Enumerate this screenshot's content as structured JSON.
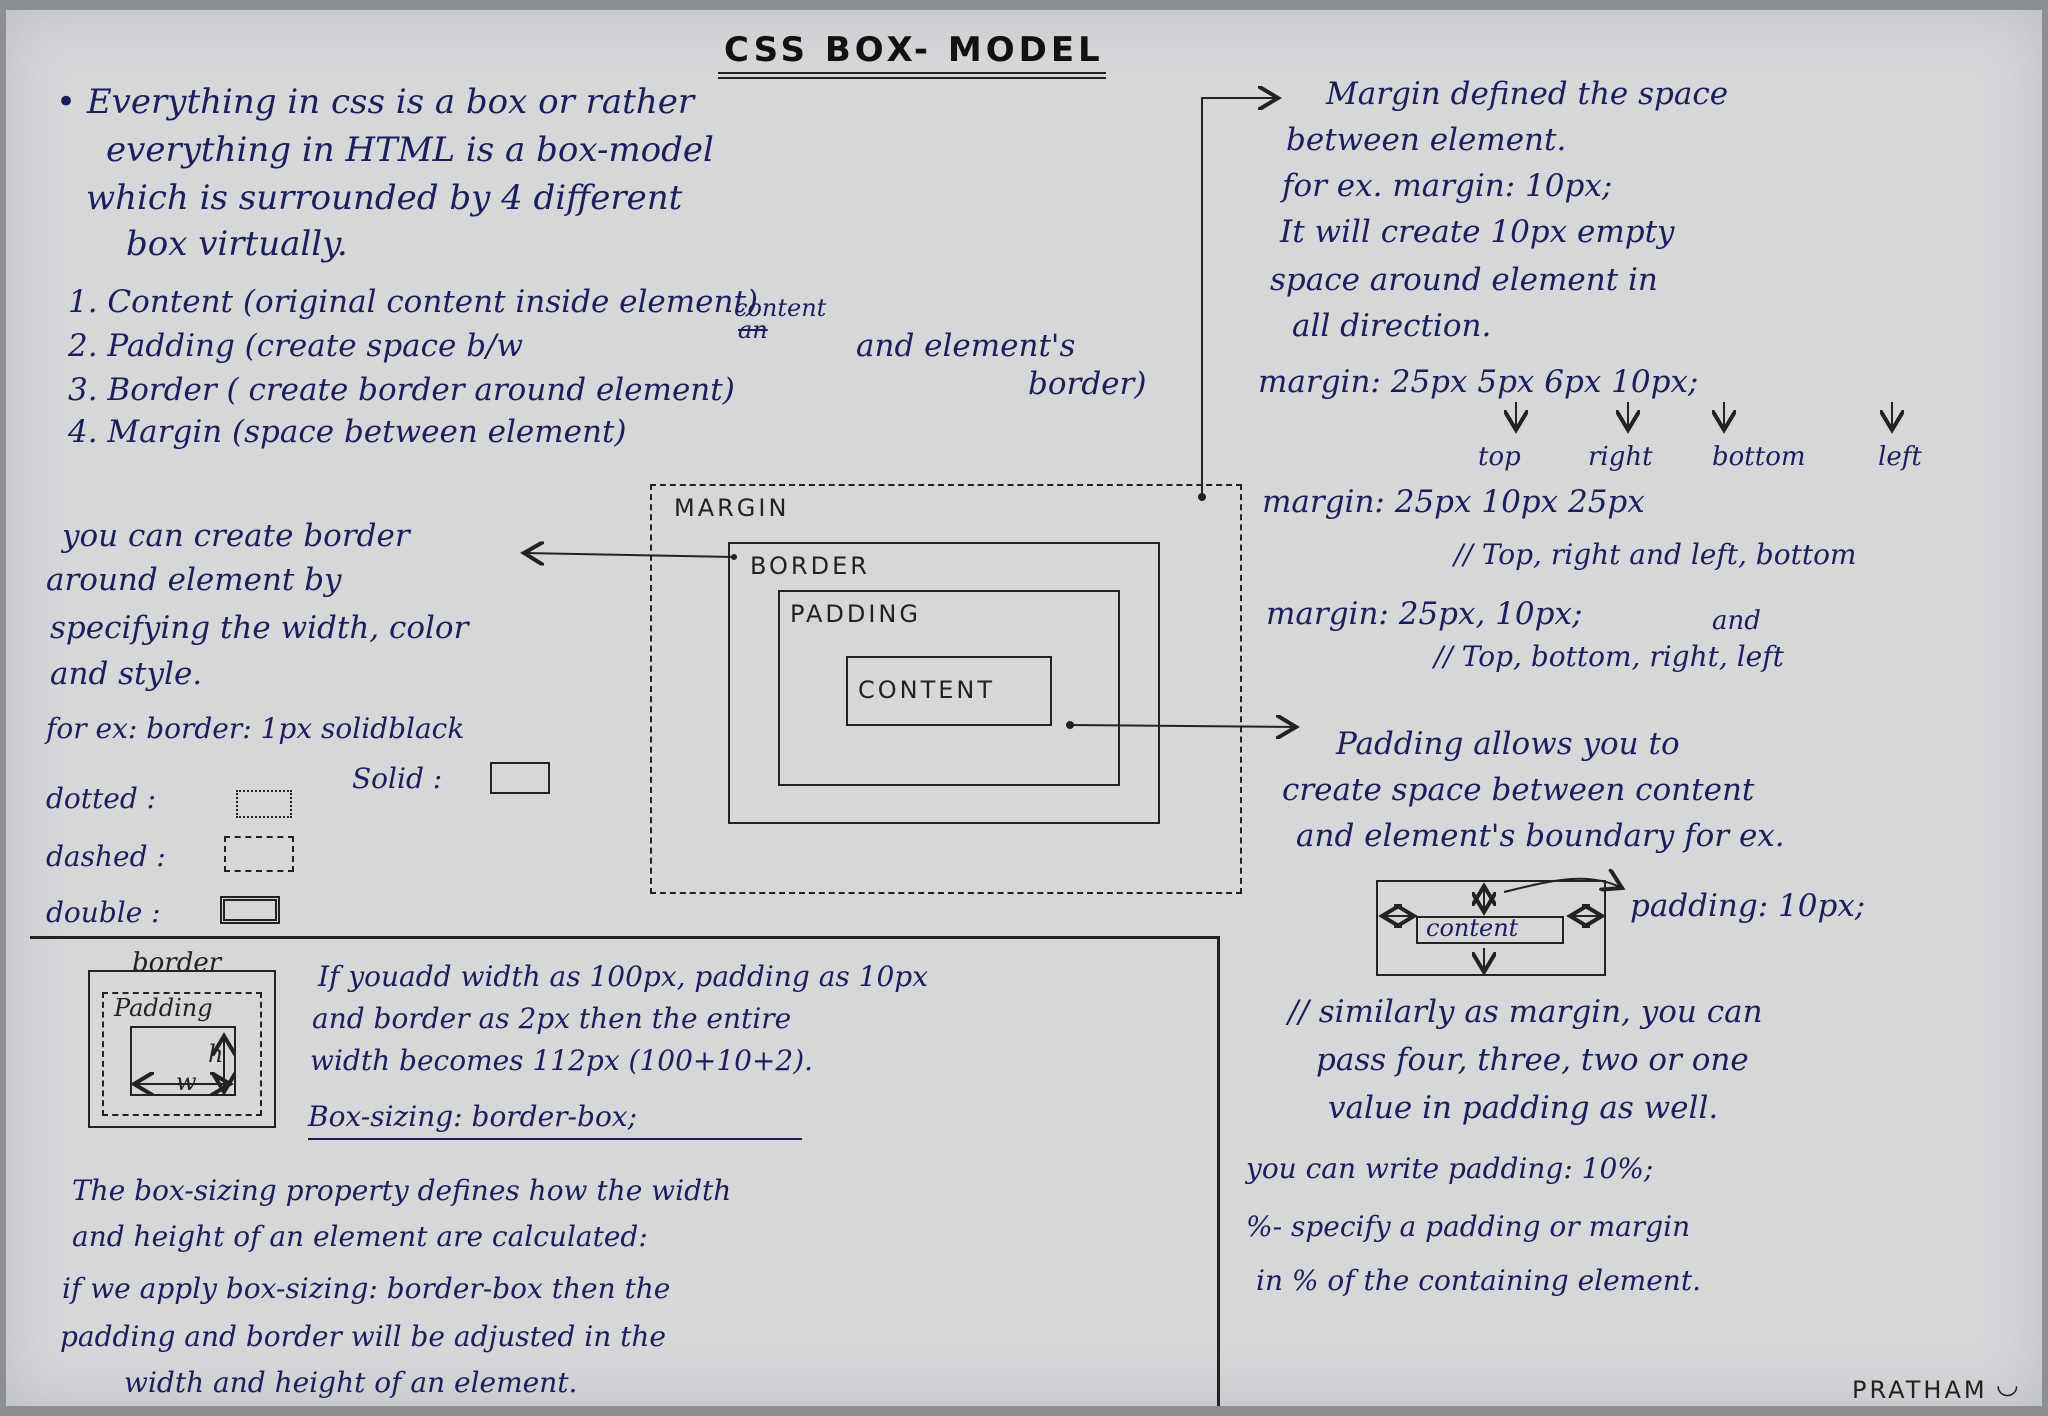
{
  "title": "CSS BOX- MODEL",
  "intro": {
    "lines": [
      "• Everything in css is a box or rather",
      "everything in HTML is a box-model",
      "which is surrounded by 4 different",
      "box virtually."
    ],
    "list": [
      "1. Content (original content inside element)",
      "2. Padding (create space b/w",
      "and element's",
      "3. Border ( create border around element)",
      "border)",
      "4. Margin (space between element)"
    ],
    "strike_word": "an",
    "insert_word": "content"
  },
  "diagram": {
    "margin_label": "MARGIN",
    "border_label": "BORDER",
    "padding_label": "PADDING",
    "content_label": "CONTENT"
  },
  "border_notes": {
    "lines": [
      "you can create border",
      "around element by",
      "specifying the width, color",
      "and style.",
      "for ex: border: 1px solidblack"
    ],
    "styles": [
      "dotted :",
      "dashed :",
      "double :",
      "Solid :"
    ]
  },
  "margin_notes": {
    "lines": [
      "Margin defined the space",
      "between element.",
      "for ex. margin: 10px;",
      "It will create 10px empty",
      "space around element in",
      "all direction."
    ],
    "ex1": "margin: 25px 5px 6px 10px;",
    "ex1_labels": [
      "top",
      "right",
      "bottom",
      "left"
    ],
    "ex2": "margin: 25px 10px 25px",
    "ex2_note": "// Top, right and left, bottom",
    "ex3": "margin: 25px, 10px;",
    "ex3_and": "and",
    "ex3_note": "// Top, bottom, right, left"
  },
  "padding_notes": {
    "lines": [
      "Padding allows you to",
      "create space between content",
      "and element's boundary for ex."
    ],
    "example_content": "content",
    "example_code": "padding: 10px;",
    "more": [
      "// similarly as margin, you can",
      "pass four, three, two or one",
      "value in padding as well.",
      "you can write padding: 10%;",
      "%- specify a padding or margin",
      "in % of the containing element."
    ]
  },
  "box_sizing": {
    "mini_border": "border",
    "mini_padding": "Padding",
    "mini_h": "h",
    "mini_w": "w",
    "lines": [
      "If youadd width as 100px, padding as 10px",
      "and border as 2px then the entire",
      "width becomes 112px (100+10+2)."
    ],
    "code": "Box-sizing: border-box;",
    "para": [
      "The box-sizing property defines how the width",
      "and height of an element are calculated:",
      "if we apply box-sizing: border-box then the",
      "padding and border will be adjusted in the",
      "width and height of an element."
    ]
  },
  "signature": "PRATHAM",
  "colors": {
    "ink": "#1b1e5c",
    "paper": "#d6d7d9",
    "pen": "#222222"
  }
}
